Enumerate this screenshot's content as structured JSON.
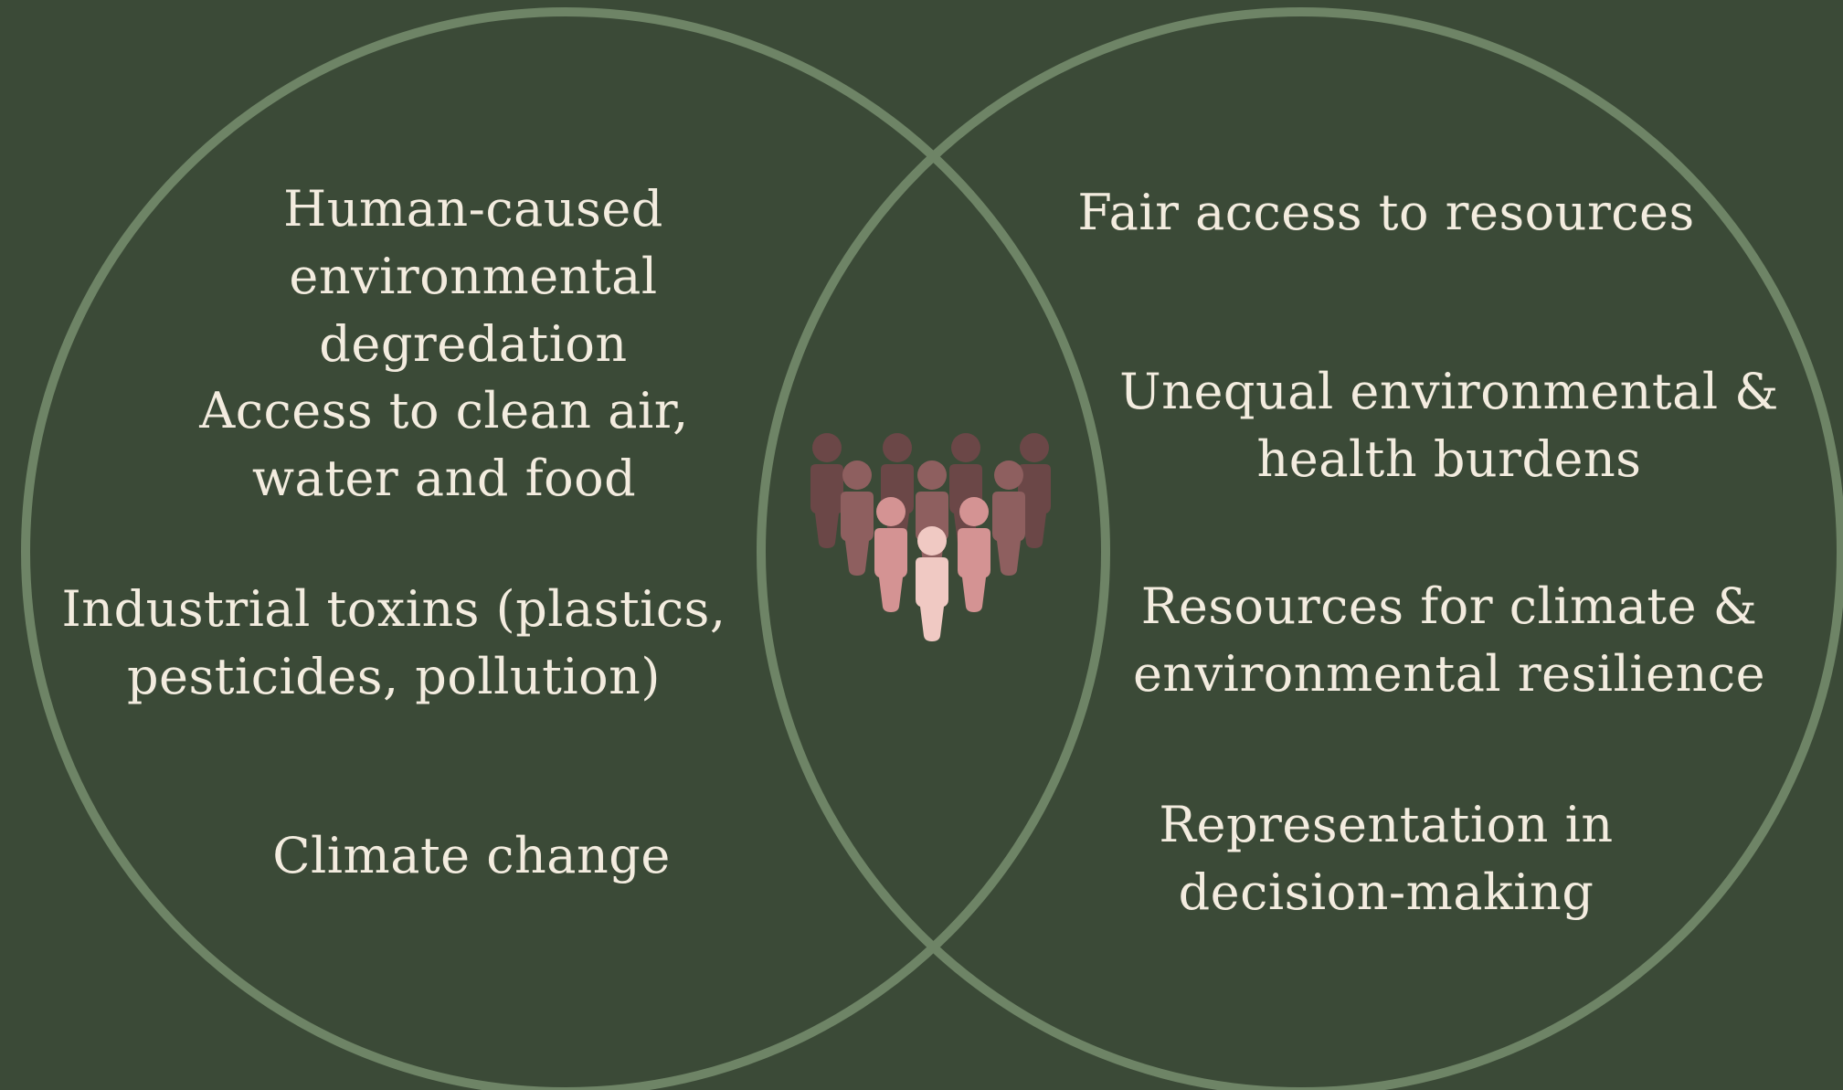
{
  "left_circle": {
    "items": [
      {
        "lines": [
          "Human-caused",
          "environmental",
          "degredation"
        ]
      },
      {
        "lines": [
          "Access to clean air,",
          "water and food"
        ]
      },
      {
        "lines": [
          "Industrial toxins (plastics,",
          "pesticides, pollution)"
        ]
      },
      {
        "lines": [
          "Climate change"
        ]
      }
    ]
  },
  "right_circle": {
    "items": [
      {
        "lines": [
          "Fair access to resources"
        ]
      },
      {
        "lines": [
          "Unequal environmental &",
          "health burdens"
        ]
      },
      {
        "lines": [
          "Resources for climate &",
          "environmental resilience"
        ]
      },
      {
        "lines": [
          "Representation in",
          "decision-making"
        ]
      }
    ]
  },
  "center": {
    "icon": "people-group-icon"
  },
  "colors": {
    "background": "#3b4a37",
    "circle_stroke": "#6e8466",
    "text": "#f3ecdf",
    "people_dark": "#6b4747",
    "people_mid": "#a26e6e",
    "people_light": "#d49393",
    "people_front": "#f0c9c3"
  }
}
